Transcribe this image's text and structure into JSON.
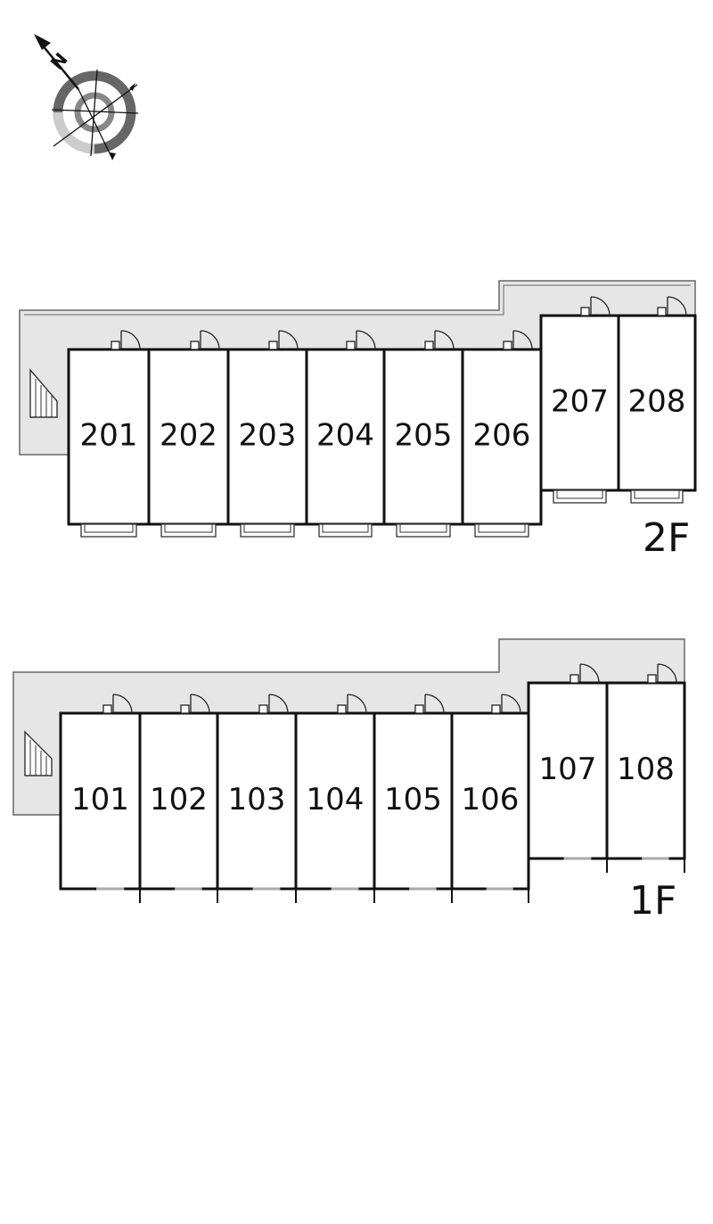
{
  "compass": {
    "label": "N"
  },
  "floors": {
    "upper": {
      "label": "2F",
      "rooms": [
        "201",
        "202",
        "203",
        "204",
        "205",
        "206",
        "207",
        "208"
      ]
    },
    "lower": {
      "label": "1F",
      "rooms": [
        "101",
        "102",
        "103",
        "104",
        "105",
        "106",
        "107",
        "108"
      ]
    }
  }
}
